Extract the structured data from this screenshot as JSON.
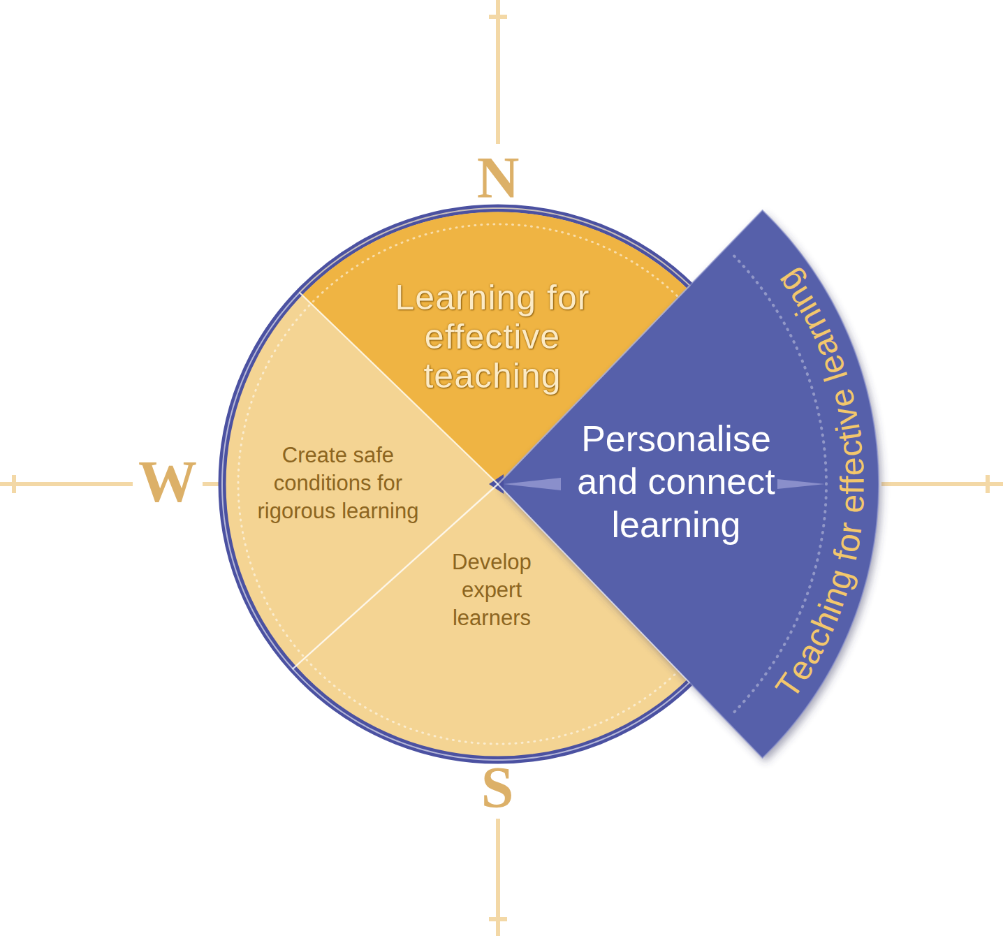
{
  "diagram": {
    "nodes": [
      {
        "text": [
          "Learning for effective teaching"
        ]
      },
      {
        "text": [
          "Teaching for effective learning",
          "Personalise and connect learning"
        ]
      },
      {
        "text": [
          "Create safe conditions for rigorous learning"
        ]
      },
      {
        "text": [
          "Develop expert learners"
        ]
      }
    ],
    "labels": [
      "N",
      "W",
      "S"
    ]
  }
}
